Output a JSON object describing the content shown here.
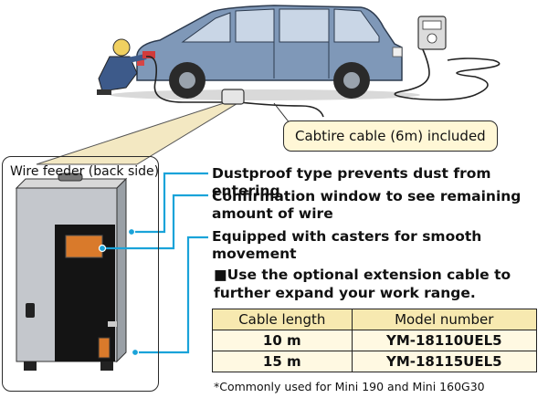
{
  "cable_callout": "Cabtire cable (6m) included",
  "panel": {
    "title": "Wire feeder (back side)"
  },
  "features": [
    "Dustproof type prevents dust from entering",
    "Confirmation window to see remaining",
    "amount of wire",
    "Equipped with casters for smooth movement"
  ],
  "extension": {
    "line1": "■Use the optional extension cable to",
    "line2": "further expand your work range."
  },
  "table": {
    "headers": [
      "Cable length",
      "Model number"
    ],
    "rows": [
      [
        "10 m",
        "YM-18110UEL5"
      ],
      [
        "15 m",
        "YM-18115UEL5"
      ]
    ]
  },
  "footnote": "*Commonly used for Mini 190 and Mini 160G30",
  "colors": {
    "accent": "#1aa3d9",
    "panel_bg": "#fff7d6",
    "car": "#7f98b8"
  }
}
